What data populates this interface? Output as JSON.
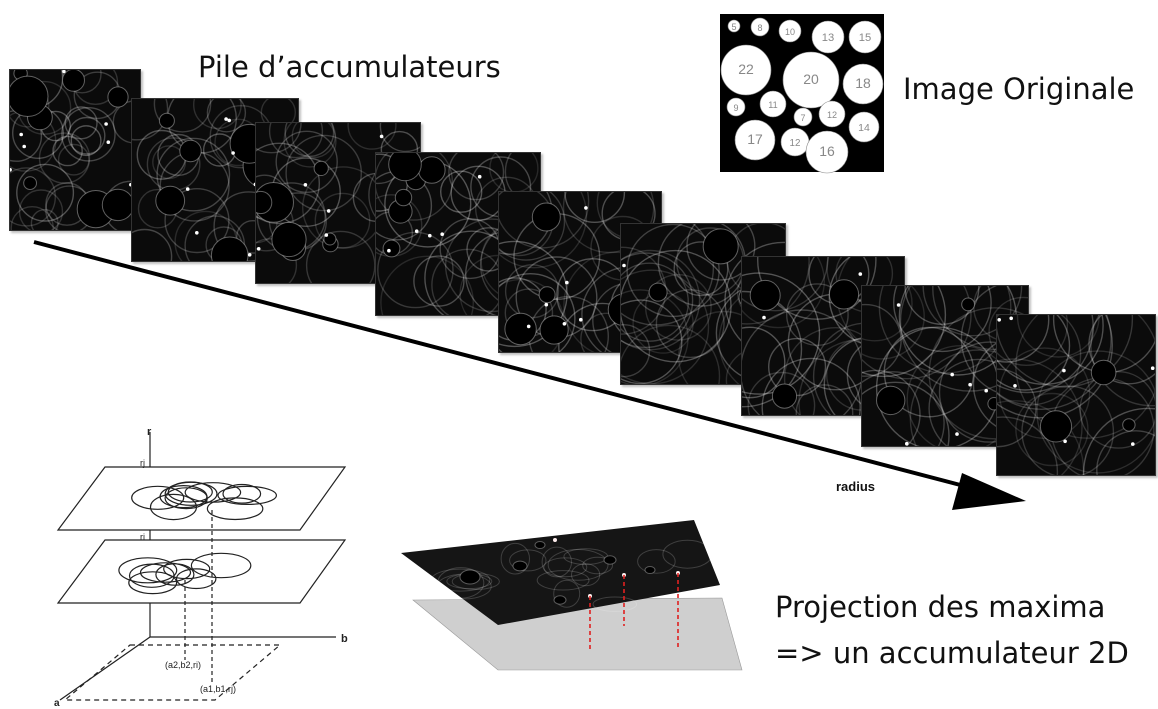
{
  "labels": {
    "stack_title": "Pile d’accumulateurs",
    "original_title": "Image Originale",
    "radius_axis": "radius",
    "projection_line1": "Projection des maxima",
    "projection_line2": "=> un accumulateur 2D"
  },
  "original_image": {
    "circle_labels": [
      "5",
      "8",
      "10",
      "13",
      "15",
      "22",
      "20",
      "18",
      "9",
      "11",
      "7",
      "12",
      "14",
      "17",
      "12",
      "16"
    ]
  },
  "schematic": {
    "axis_r": "r",
    "axis_b": "b",
    "axis_a": "a",
    "plane_upper_label": "rj",
    "plane_lower_label": "ri",
    "point_2": "(a2,b2,ri)",
    "point_1": "(a1,b1,rj)"
  },
  "colors": {
    "accumulator_bg": "#0b0b0b",
    "projection_line": "#e02020",
    "gray_plane": "#cfcfcf"
  }
}
